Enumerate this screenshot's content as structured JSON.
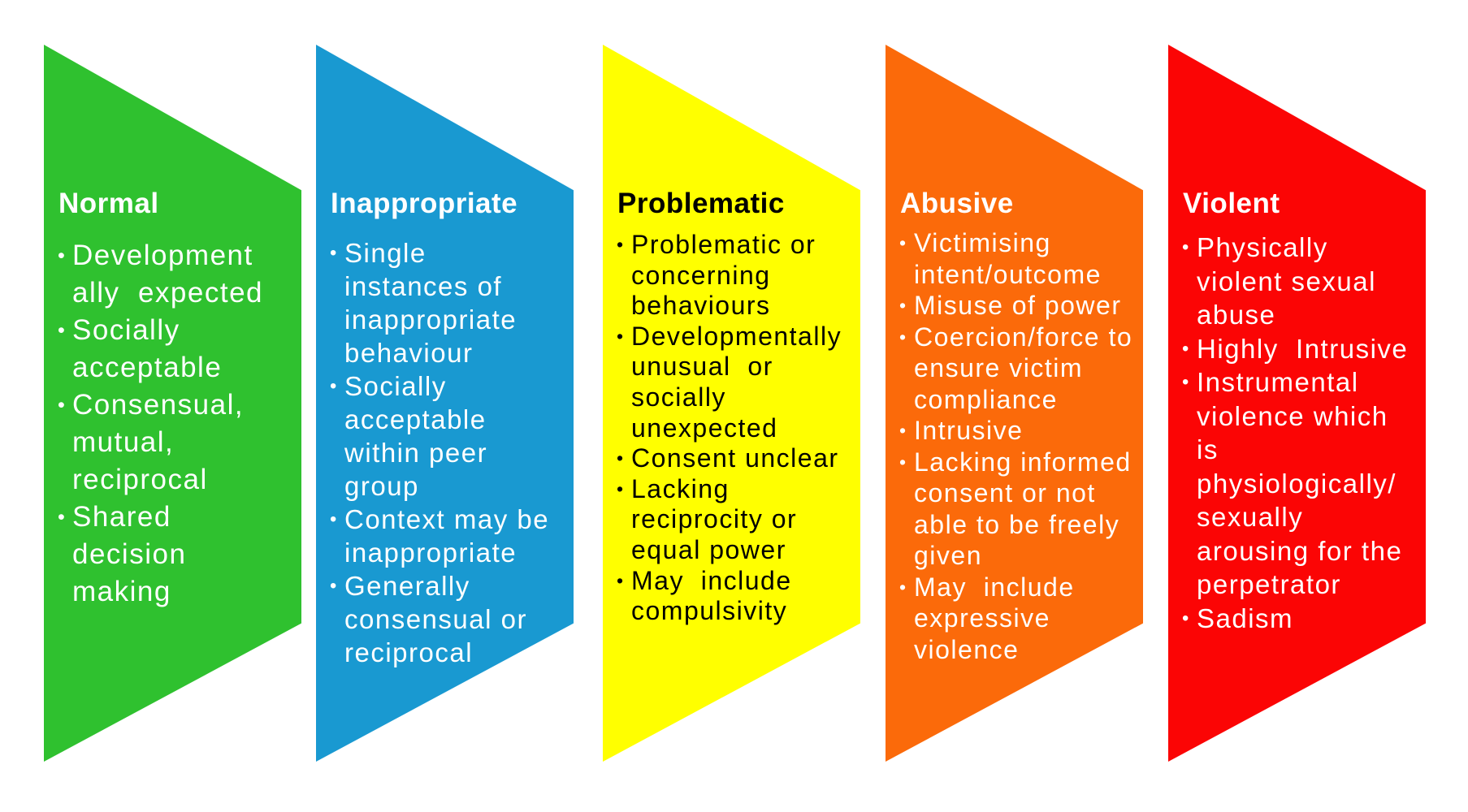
{
  "diagram": {
    "background": "#FFFFFF",
    "columns": [
      {
        "id": "normal",
        "title": "Normal",
        "fill": "#2FC12F",
        "text_color": "#FFFFFF",
        "bullets": [
          "Development\nally  expected",
          "Socially\nacceptable",
          "Consensual,\nmutual,\nreciprocal",
          "Shared\ndecision\nmaking"
        ]
      },
      {
        "id": "inappropriate",
        "title": "Inappropriate",
        "fill": "#1999D1",
        "text_color": "#FFFFFF",
        "bullets": [
          "Single\ninstances of\ninappropriate\nbehaviour",
          "Socially\nacceptable\nwithin peer\ngroup",
          "Context may be\ninappropriate",
          "Generally\nconsensual or\nreciprocal"
        ]
      },
      {
        "id": "problematic",
        "title": "Problematic",
        "fill": "#FFFF00",
        "text_color": "#000000",
        "bullets": [
          "Problematic or\nconcerning\nbehaviours",
          "Developmentally\nunusual  or\nsocially\nunexpected",
          "Consent unclear",
          "Lacking\nreciprocity or\nequal power",
          "May  include\ncompulsivity"
        ]
      },
      {
        "id": "abusive",
        "title": "Abusive",
        "fill": "#FB6A0A",
        "text_color": "#FFFFFF",
        "bullets": [
          "Victimising\nintent/outcome",
          "Misuse of power",
          "Coercion/force to\nensure victim\ncompliance",
          "Intrusive",
          "Lacking informed\nconsent or not\nable to be freely\ngiven",
          "May  include\nexpressive\nviolence"
        ]
      },
      {
        "id": "violent",
        "title": "Violent",
        "fill": "#FB0505",
        "text_color": "#FFFFFF",
        "bullets": [
          "Physically\nviolent sexual\nabuse",
          "Highly  Intrusive",
          "Instrumental\nviolence which\nis\nphysiologically/\nsexually\narousing for the\nperpetrator",
          "Sadism"
        ]
      }
    ]
  }
}
